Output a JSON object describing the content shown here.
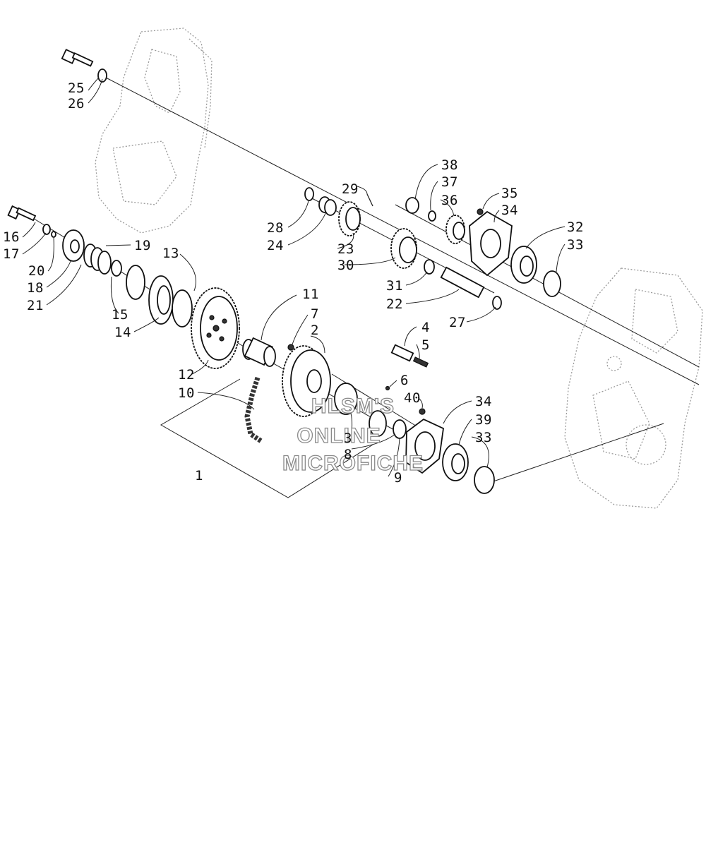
{
  "watermark": {
    "line1": "HLSM'S",
    "line2": "ONLINE",
    "line3": "MICROFICHE"
  },
  "callouts": [
    {
      "id": "c1",
      "text": "1"
    },
    {
      "id": "c2",
      "text": "2"
    },
    {
      "id": "c3",
      "text": "3"
    },
    {
      "id": "c4",
      "text": "4"
    },
    {
      "id": "c5",
      "text": "5"
    },
    {
      "id": "c6",
      "text": "6"
    },
    {
      "id": "c7",
      "text": "7"
    },
    {
      "id": "c8",
      "text": "8"
    },
    {
      "id": "c9",
      "text": "9"
    },
    {
      "id": "c10",
      "text": "10"
    },
    {
      "id": "c11",
      "text": "11"
    },
    {
      "id": "c12",
      "text": "12"
    },
    {
      "id": "c13",
      "text": "13"
    },
    {
      "id": "c14",
      "text": "14"
    },
    {
      "id": "c15",
      "text": "15"
    },
    {
      "id": "c16",
      "text": "16"
    },
    {
      "id": "c17",
      "text": "17"
    },
    {
      "id": "c18",
      "text": "18"
    },
    {
      "id": "c19",
      "text": "19"
    },
    {
      "id": "c20",
      "text": "20"
    },
    {
      "id": "c21",
      "text": "21"
    },
    {
      "id": "c22",
      "text": "22"
    },
    {
      "id": "c23",
      "text": "23"
    },
    {
      "id": "c24",
      "text": "24"
    },
    {
      "id": "c25",
      "text": "25"
    },
    {
      "id": "c26",
      "text": "26"
    },
    {
      "id": "c27",
      "text": "27"
    },
    {
      "id": "c28",
      "text": "28"
    },
    {
      "id": "c29",
      "text": "29"
    },
    {
      "id": "c30",
      "text": "30"
    },
    {
      "id": "c31",
      "text": "31"
    },
    {
      "id": "c32",
      "text": "32"
    },
    {
      "id": "c33a",
      "text": "33"
    },
    {
      "id": "c33b",
      "text": "33"
    },
    {
      "id": "c34a",
      "text": "34"
    },
    {
      "id": "c34b",
      "text": "34"
    },
    {
      "id": "c35",
      "text": "35"
    },
    {
      "id": "c36",
      "text": "36"
    },
    {
      "id": "c37",
      "text": "37"
    },
    {
      "id": "c38",
      "text": "38"
    },
    {
      "id": "c39",
      "text": "39"
    },
    {
      "id": "c40",
      "text": "40"
    }
  ]
}
